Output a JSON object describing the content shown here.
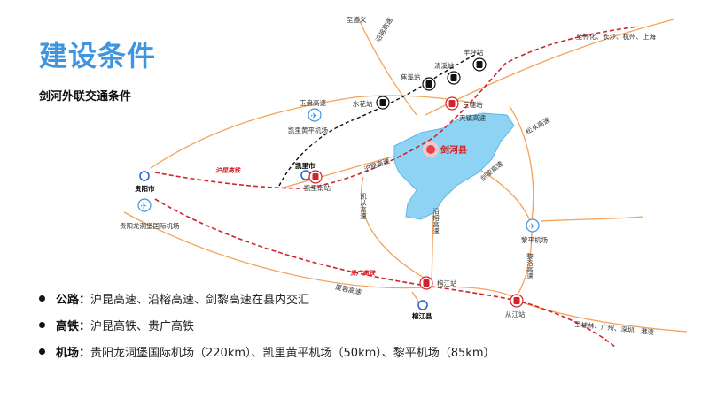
{
  "title": "建设条件",
  "subtitle": "剑河外联交通条件",
  "map": {
    "county": "剑河县",
    "cities": {
      "guiyang": "贵阳市",
      "kaili": "凯里市",
      "rongjiang": "榕江县"
    },
    "stations": {
      "yangping": "羊坪站",
      "qingxi": "清溪站",
      "jiaoxi": "焦溪站",
      "shuihua": "水花站",
      "sansui": "三穗站",
      "kaili_south": "凯里南站",
      "rongjiang": "榕江站",
      "congjiang": "从江站"
    },
    "airports": {
      "kaili_huangping": "凯里黄平机场",
      "guiyang_longdongbao": "贵阳龙洞堡国际机场",
      "liping": "黎平机场"
    },
    "highways": {
      "yanrong": "沿榕高速",
      "yupan": "玉盘高速",
      "tianjian": "天镇高速",
      "songcong": "松从高速",
      "hukun": "沪昆高速",
      "jianli": "剑黎高速",
      "kaicong": "凯从高速",
      "yanrong_south": "沿榕高速",
      "liluo": "黎洛高速",
      "xiarong": "厦蓉高速"
    },
    "railways": {
      "hukun": "沪昆高铁",
      "guiguang": "贵广高铁"
    },
    "directions": {
      "north": "至遵义",
      "northeast": "至怀化、长沙、杭州、上海",
      "southeast": "至桂林、广州、深圳、港澳"
    }
  },
  "bullets": [
    {
      "label": "公路：",
      "text": "沪昆高速、沿榕高速、剑黎高速在县内交汇"
    },
    {
      "label": "高铁：",
      "text": "沪昆高铁、贵广高铁"
    },
    {
      "label": "机场：",
      "text": "贵阳龙洞堡国际机场（220km）、凯里黄平机场（50km）、黎平机场（85km）"
    }
  ],
  "colors": {
    "title": "#3f95e0",
    "highway": "#f4a35a",
    "rail": "#d2232a",
    "county_fill": "#8fd3f4"
  }
}
